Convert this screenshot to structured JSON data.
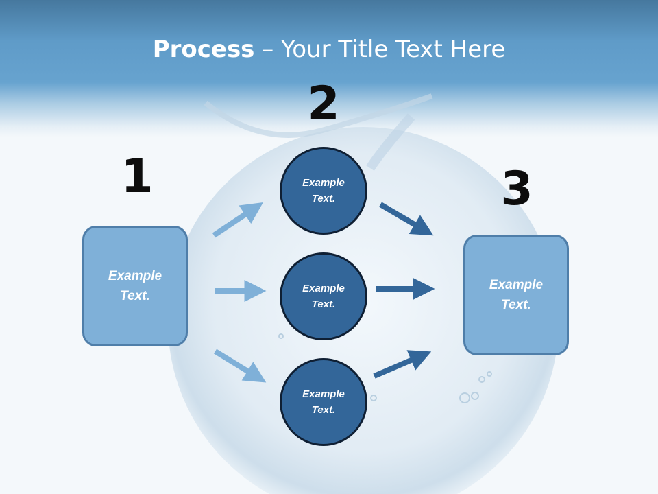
{
  "slide": {
    "title_bold": "Process",
    "title_rest": " – Your Title Text Here"
  },
  "steps": {
    "step1": {
      "number": "1",
      "box_text": "Example\nText."
    },
    "step2": {
      "number": "2",
      "circles": [
        {
          "text": "Example\nText."
        },
        {
          "text": "Example\nText."
        },
        {
          "text": "Example\nText."
        }
      ]
    },
    "step3": {
      "number": "3",
      "box_text": "Example\nText."
    }
  },
  "colors": {
    "header": "#5f9bc8",
    "box_fill": "#7fb0d8",
    "circle_fill": "#336699",
    "light_arrow": "#7fb0d8",
    "dark_arrow": "#336699"
  }
}
